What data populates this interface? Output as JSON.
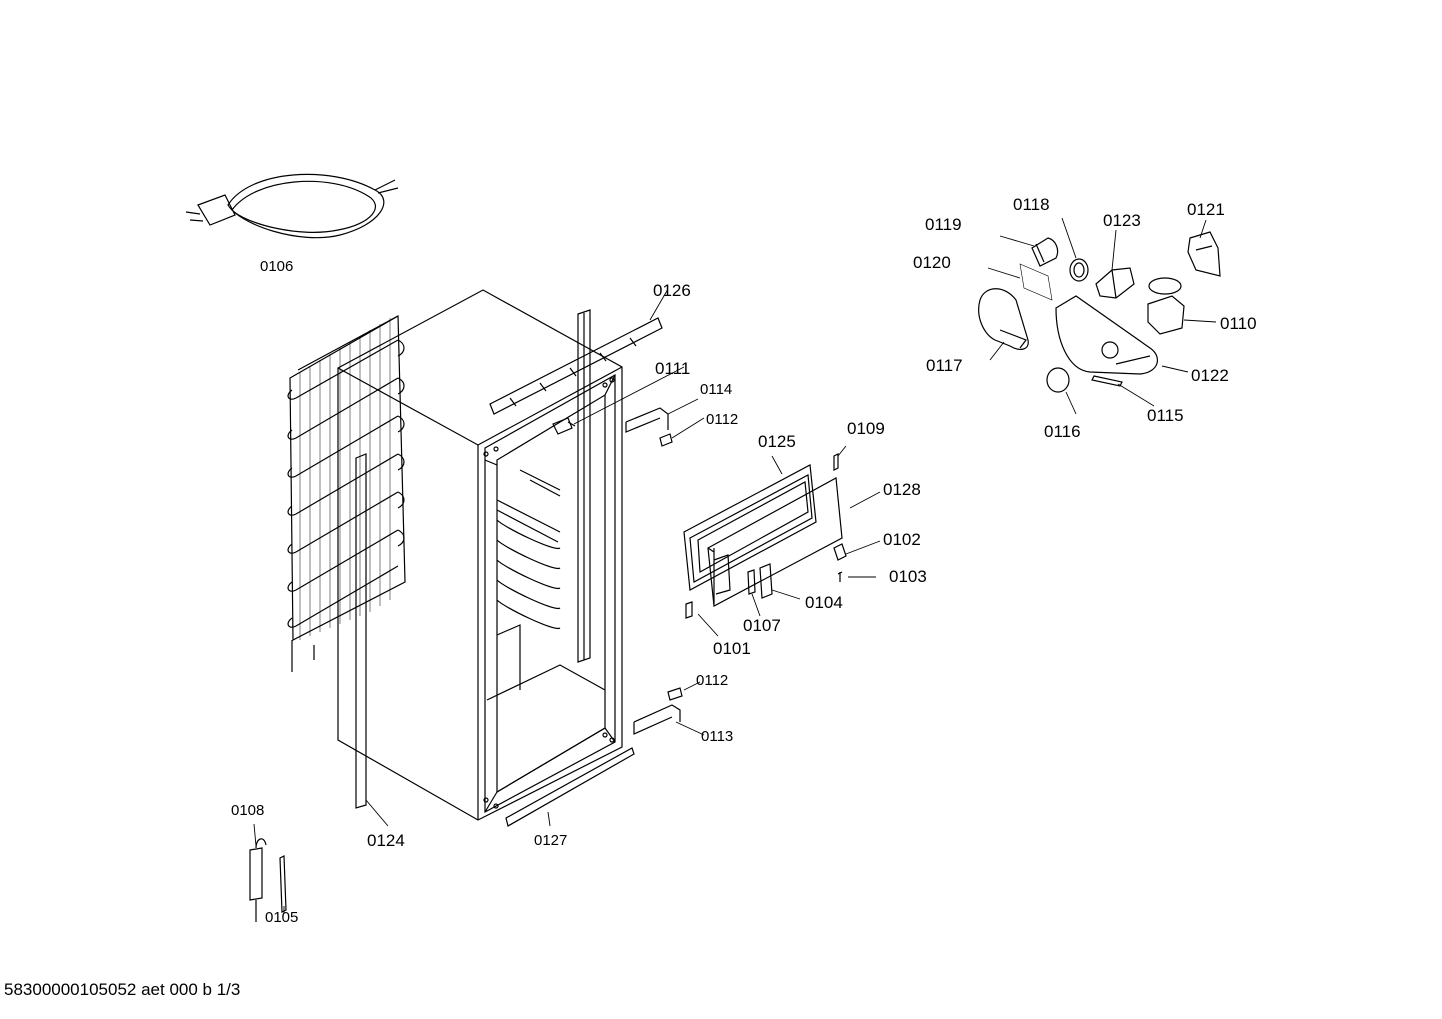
{
  "footer_code": "58300000105052 aet 000 b 1/3",
  "labels": {
    "p0101": "0101",
    "p0102": "0102",
    "p0103": "0103",
    "p0104": "0104",
    "p0105": "0105",
    "p0106": "0106",
    "p0107": "0107",
    "p0108": "0108",
    "p0109": "0109",
    "p0110": "0110",
    "p0111": "0111",
    "p0112a": "0112",
    "p0112b": "0112",
    "p0113": "0113",
    "p0114": "0114",
    "p0115": "0115",
    "p0116": "0116",
    "p0117": "0117",
    "p0118": "0118",
    "p0119": "0119",
    "p0120": "0120",
    "p0121": "0121",
    "p0122": "0122",
    "p0123": "0123",
    "p0124": "0124",
    "p0125": "0125",
    "p0126": "0126",
    "p0127": "0127",
    "p0128": "0128"
  }
}
